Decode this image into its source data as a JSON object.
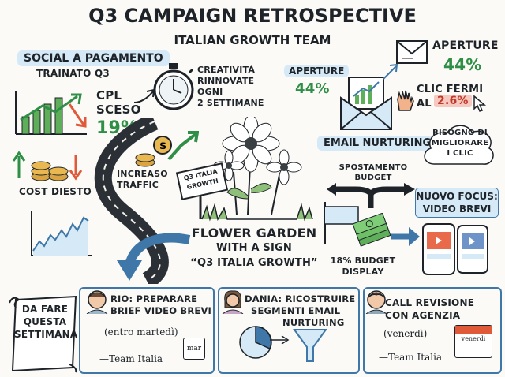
{
  "header": {
    "title": "Q3 CAMPAIGN RETROSPECTIVE",
    "subtitle": "ITALIAN GROWTH TEAM"
  },
  "social": {
    "heading": "SOCIAL A PAGAMENTO",
    "subheading": "TRAINATO Q3",
    "cpl_label_1": "CPL",
    "cpl_label_2": "SCESO",
    "cpl_value": "19%",
    "creative_1": "CREATIVITÀ",
    "creative_2": "RINNOVATE",
    "creative_3": "OGNI",
    "creative_4": "2 SETTIMANE",
    "traffic_1": "INCREASO",
    "traffic_2": "TRAFFIC",
    "cost": "COST DIESTO"
  },
  "garden": {
    "sign_1": "Q3 ITALIA",
    "sign_2": "GROWTH",
    "caption_1": "FLOWER GARDEN",
    "caption_2": "WITH A SIGN",
    "caption_3": "“Q3 ITALIA GROWTH”"
  },
  "email": {
    "aperture_left_label": "APERTURE",
    "aperture_left_value": "44%",
    "aperture_right_label": "APERTURE",
    "aperture_right_value": "44%",
    "clic_label_1": "CLIC FERMI",
    "clic_label_2": "AL",
    "clic_value": "2.6%",
    "heading": "EMAIL NURTURING",
    "cloud_1": "BISOGNO DI",
    "cloud_2": "MIGLIORARE",
    "cloud_3": "I CLIC"
  },
  "budget": {
    "shift_1": "SPOSTAMENTO",
    "shift_2": "BUDGET",
    "display_1": "18% BUDGET",
    "display_2": "DISPLAY",
    "focus_1": "NUOVO FOCUS:",
    "focus_2": "VIDEO BREVI"
  },
  "todo": {
    "scroll_1": "DA FARE",
    "scroll_2": "QUESTA",
    "scroll_3": "SETTIMANA",
    "rio_1": "RIO: PREPARARE",
    "rio_2": "BRIEF VIDEO BREVI",
    "rio_due": "(entro martedì)",
    "rio_calendar": "mar",
    "rio_sign": "—Team Italia",
    "dania_1": "DANIA: RICOSTRUIRE",
    "dania_2": "SEGMENTI EMAIL",
    "dania_3": "NURTURING",
    "call_1": "CALL REVISIONE",
    "call_2": "CON AGENZIA",
    "call_due": "(venerdì)",
    "call_calendar": "venerdì",
    "call_sign": "—Team Italia"
  },
  "colors": {
    "accent_blue": "#3f78a8",
    "label_blue": "#d5e9f7",
    "growth_green": "#2f8f46",
    "alert_red": "#e05a3a",
    "highlight_pink": "#f6c9c0"
  }
}
